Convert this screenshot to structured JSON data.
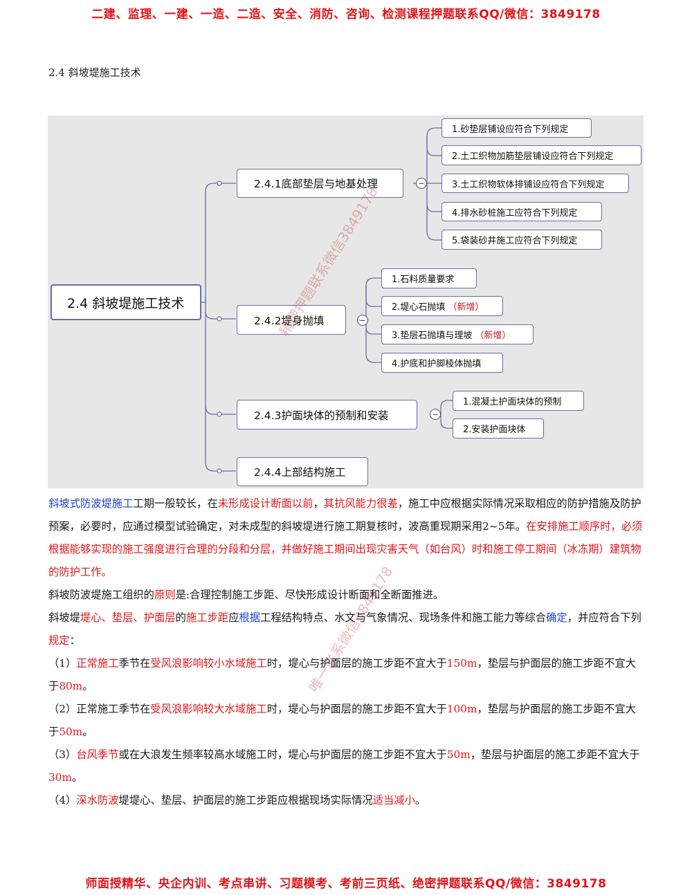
{
  "banner_top": "二建、监理、一建、一造、二造、安全、消防、咨询、检测课程押题联系QQ/微信：3849178",
  "banner_bottom": "师面授精华、央企内训、考点串讲、习题模考、考前三页纸、绝密押题联系QQ/微信：3849178",
  "section_heading": "2.4  斜坡堤施工技术",
  "mindmap": {
    "root": "2.4 斜坡堤施工技术",
    "branches": [
      {
        "label": "2.4.1底部垫层与地基处理",
        "children": [
          "1.砂垫层铺设应符合下列规定",
          "2.土工织物加筋垫层铺设应符合下列规定",
          "3.土工织物软体排铺设应符合下列规定",
          "4.排水砂桩施工应符合下列规定",
          "5.袋装砂井施工应符合下列规定"
        ]
      },
      {
        "label": "2.4.2堤身抛填",
        "children": [
          "1.石料质量要求",
          "2.堤心石抛填",
          "3.垫层石抛填与理坡",
          "4.护底和护脚棱体抛填"
        ],
        "new_tag": "（新增）"
      },
      {
        "label": "2.4.3护面块体的预制和安装",
        "children": [
          "1.混凝土护面块体的预制",
          "2.安装护面块体"
        ]
      },
      {
        "label": "2.4.4上部结构施工",
        "children": []
      }
    ],
    "collapse_symbol": "−"
  },
  "watermarks": {
    "wm1": "精押押题联系微信3849178",
    "wm2": "唯一联系微信3849178"
  },
  "paragraphs": {
    "p1": {
      "a": "斜坡式防波堤施工",
      "b": "工期一般较长，在",
      "c": "未形成设计断面以前",
      "d": "，",
      "e": "其抗风能力很差",
      "f": "，施工中应根据实际情况采取相应的防护措施及防护预案，必要时，应通过模型试验确定，对未成型的斜坡堤进行施工期复核时，波高重现期采用2~5年。",
      "g": "在安排施工顺序时，必须根据能够实现的施工强度进行合理的分段和分层，并做好施工期间出现灾害天气（如台风）时和施工停工期间（冰冻期）建筑物的防护工作。"
    },
    "p2": {
      "a": "斜坡防波堤施工组织的",
      "b": "原则",
      "c": "是:合理控制施工步距、尽快形成设计断面和全断面推进。"
    },
    "p3": {
      "a": "斜坡堤",
      "b": "堤心、垫层、护面层",
      "c": "的",
      "d": "施工步距",
      "e": "应",
      "f": "根据",
      "g": "工程结构特点、水文与气象情况、现场条件和施工能力等综合",
      "h": "确定",
      "i": "，并应符合下列",
      "j": "规定",
      "k": "："
    },
    "p4": {
      "a": "（1）",
      "b": "正常施工",
      "c": "季节在",
      "d": "受风浪影响较小水域施工",
      "e": "时，堤心与护面层的施工步距不宜大于",
      "f": "150m",
      "g": "，垫层与护面层的施工步距不宜大于",
      "h": "80m",
      "i": "。"
    },
    "p5": {
      "a": "（2）正常施工季节在",
      "b": "受风浪影响较大水域施工",
      "c": "时，堤心与护面层的施工步距不宜大于",
      "d": "100m",
      "e": "，垫层与护面层的施工步距不宜大于",
      "f": "50m",
      "g": "。"
    },
    "p6": {
      "a": "（3）",
      "b": "台风季节",
      "c": "或在大浪发生频率较高水域施工时，堤心与护面层的施工步距不宜大于",
      "d": "50m",
      "e": "，垫层与护面层的施工步距不宜大于",
      "f": "30m",
      "g": "。"
    },
    "p7": {
      "a": "（4）",
      "b": "深水防波",
      "c": "堤堤心、垫层、护面层的施工步距应根据现场实际情况",
      "d": "适当减小",
      "e": "。"
    }
  },
  "colors": {
    "red": "#e0161b",
    "blue": "#1f3fd2",
    "node_border": "#6c6ca8",
    "mindmap_bg": "#e7e7e7"
  }
}
